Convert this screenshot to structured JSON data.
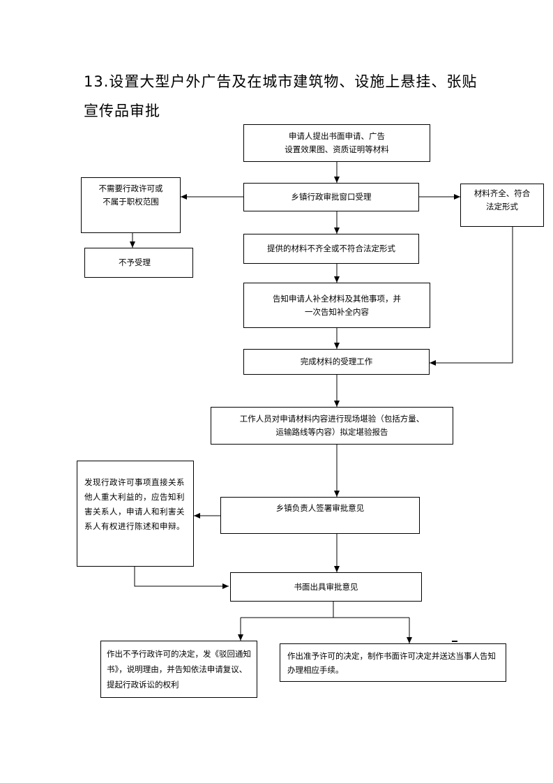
{
  "title": {
    "line1": "13.设置大型户外广告及在城市建筑物、设施上悬挂、张贴",
    "line2": "宣传品审批"
  },
  "boxes": {
    "apply": {
      "line1": "申请人提出书面申请、广告",
      "line2": "设置效果图、资质证明等材料"
    },
    "window": {
      "line1": "乡镇行政审批窗口受理"
    },
    "not_needed": {
      "line1": "不需要行政许可或",
      "line2": "不属于职权范围"
    },
    "not_accept": {
      "line1": "不予受理"
    },
    "complete_ok": {
      "line1": "材料齐全、符合",
      "line2": "法定形式"
    },
    "incomplete": {
      "line1": "提供的材料不齐全或不符合法定形式"
    },
    "notify": {
      "line1": "告知申请人补全材料及其他事项，并",
      "line2": "一次告知补全内容"
    },
    "finish_accept": {
      "line1": "完成材料的受理工作"
    },
    "survey": {
      "line1": "工作人员对申请材料内容进行现场堪验（包括方量、",
      "line2": "运输路线等内容）拟定堪验报告"
    },
    "sign": {
      "line1": "乡镇负责人签署审批意见"
    },
    "hearing": {
      "line1": "发现行政许可事项直接关系他人重大利益的，应告知利害关系人，申请人和利害关系人有权进行陈述和申辩。"
    },
    "written": {
      "line1": "书面出具审批意见"
    },
    "reject": {
      "line1": "作出不予行政许可的决定，发《驳回通知书》，说明理由，并告知依法申请复议、提起行政诉讼的权利"
    },
    "approve": {
      "line1": "作出准予许可的决定，制作书面许可决定并送达当事人告知办理相应手续。"
    }
  }
}
